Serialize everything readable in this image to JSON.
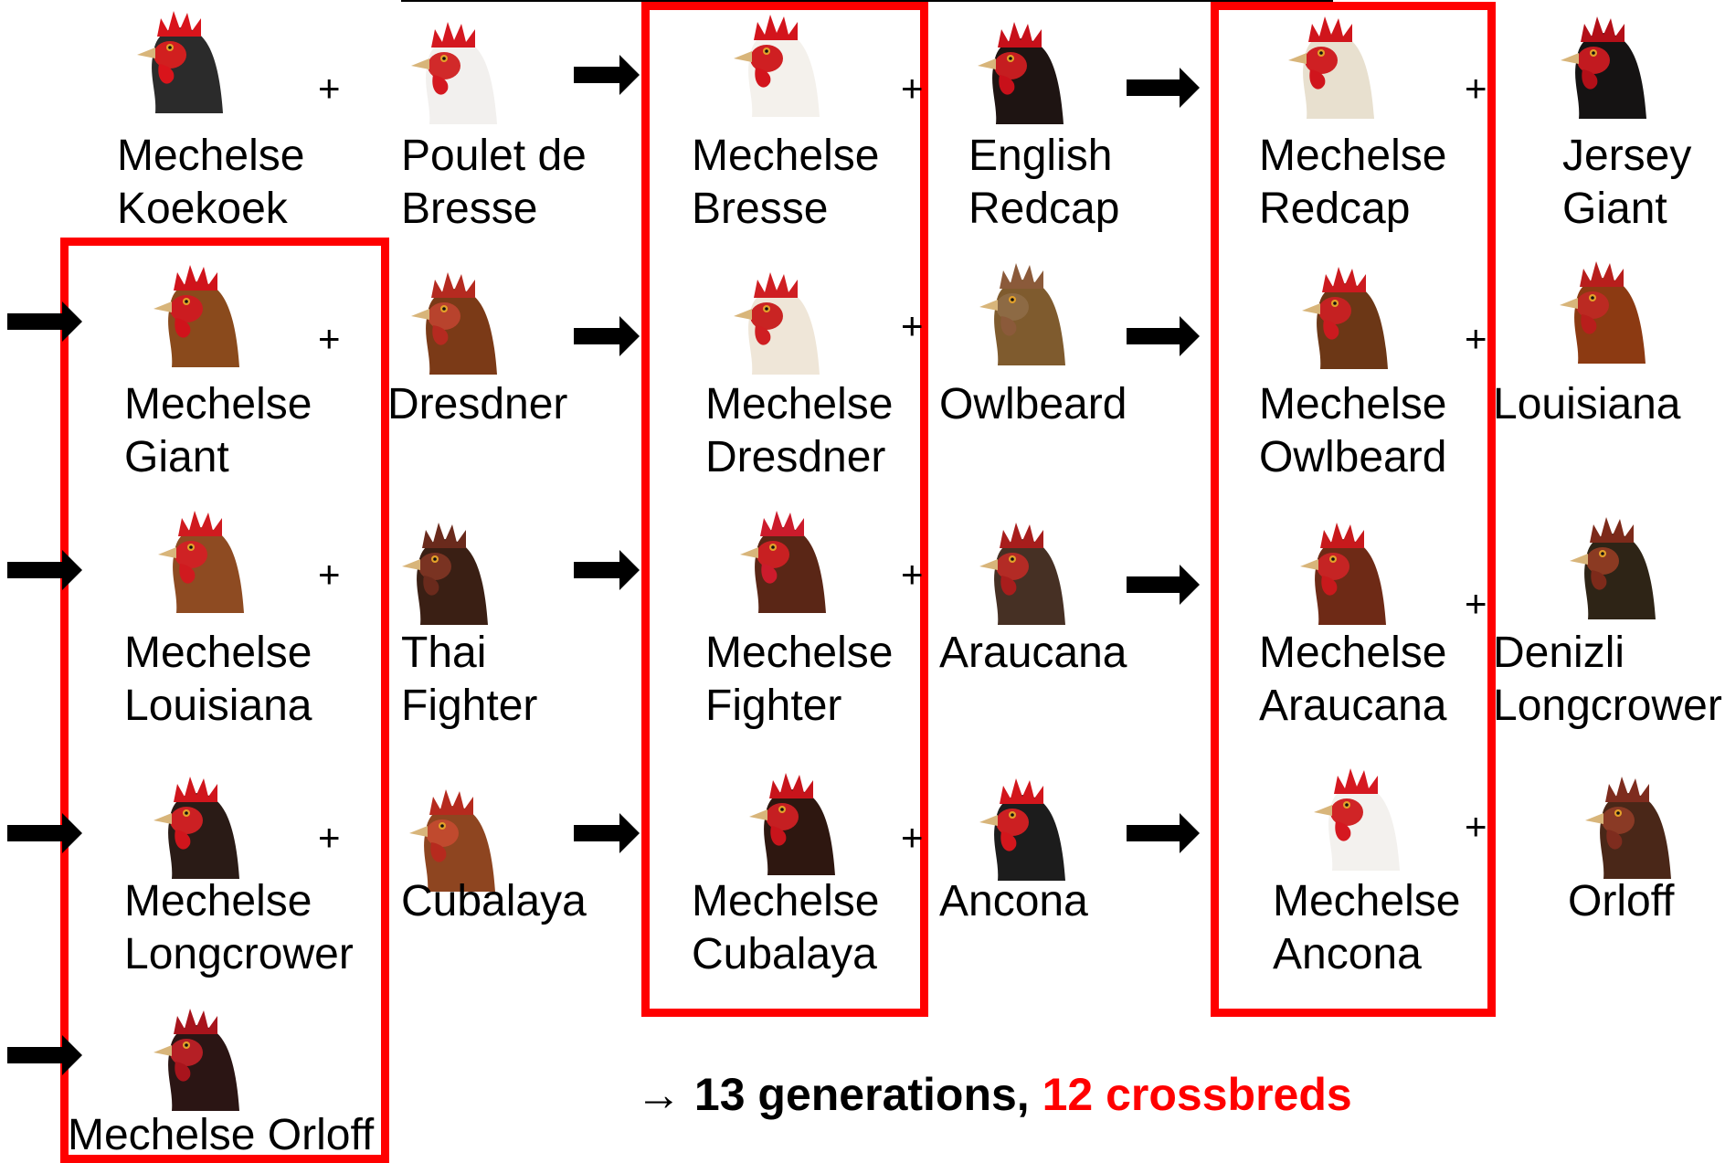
{
  "breeds": {
    "mechelse_koekoek": {
      "line1": "Mechelse",
      "line2": "Koekoek",
      "comb": "#d9141b",
      "head": "#2b2b2b",
      "face": "#d11f1f"
    },
    "poulet_de_bresse": {
      "line1": "Poulet de",
      "line2": "Bresse",
      "comb": "#d41820",
      "head": "#f2f0ee",
      "face": "#d12a2a"
    },
    "mechelse_bresse": {
      "line1": "Mechelse",
      "line2": "Bresse",
      "comb": "#d3141c",
      "head": "#f4f1ec",
      "face": "#cf1f22"
    },
    "english_redcap": {
      "line1": "English",
      "line2": "Redcap",
      "comb": "#c8101a",
      "head": "#1e1412",
      "face": "#c51d20"
    },
    "mechelse_redcap": {
      "line1": "Mechelse",
      "line2": "Redcap",
      "comb": "#d0151c",
      "head": "#e8e0cf",
      "face": "#cf2023"
    },
    "jersey_giant": {
      "line1": "Jersey",
      "line2": "Giant",
      "comb": "#b30f18",
      "head": "#151313",
      "face": "#c21a20"
    },
    "mechelse_giant": {
      "line1": "Mechelse",
      "line2": "Giant",
      "comb": "#d0131b",
      "head": "#8a4a1c",
      "face": "#cc1c20"
    },
    "dresdner": {
      "line1": "Dresdner",
      "comb": "#b52a20",
      "head": "#7b3a17",
      "face": "#b8432d"
    },
    "mechelse_dresdner": {
      "line1": "Mechelse",
      "line2": "Dresdner",
      "comb": "#cf1e22",
      "head": "#efe6d8",
      "face": "#c92423"
    },
    "owlbeard": {
      "line1": "Owlbeard",
      "comb": "#8b5a3a",
      "head": "#7f5b2e",
      "face": "#8d6a44"
    },
    "mechelse_owlbeard": {
      "line1": "Mechelse",
      "line2": "Owlbeard",
      "comb": "#cc1a1f",
      "head": "#6c3716",
      "face": "#c52122"
    },
    "louisiana": {
      "line1": "Louisiana",
      "comb": "#b81e1c",
      "head": "#8c3a12",
      "face": "#bb2a22"
    },
    "mechelse_louisiana": {
      "line1": "Mechelse",
      "line2": "Louisiana",
      "comb": "#d01a1f",
      "head": "#8e4b22",
      "face": "#cf2224"
    },
    "thai_fighter": {
      "line1": "Thai",
      "line2": "Fighter",
      "comb": "#6a2a1c",
      "head": "#3a1f14",
      "face": "#7a3322"
    },
    "mechelse_fighter": {
      "line1": "Mechelse",
      "line2": "Fighter",
      "comb": "#cc1b2c",
      "head": "#5a2616",
      "face": "#c82022"
    },
    "araucana": {
      "line1": "Araucana",
      "comb": "#a81d1c",
      "head": "#463024",
      "face": "#b32b25"
    },
    "mechelse_araucana": {
      "line1": "Mechelse",
      "line2": "Araucana",
      "comb": "#c8191c",
      "head": "#6e2a16",
      "face": "#c52424"
    },
    "denizli_longcrower": {
      "line1": "Denizli",
      "line2": "Longcrower",
      "comb": "#7d2a1a",
      "head": "#2e2416",
      "face": "#8b3a22"
    },
    "mechelse_longcrower": {
      "line1": "Mechelse",
      "line2": "Longcrower",
      "comb": "#d0151c",
      "head": "#2a1b16",
      "face": "#cc2023"
    },
    "cubalaya": {
      "line1": "Cubalaya",
      "comb": "#b62a1e",
      "head": "#8e4520",
      "face": "#c04a2e"
    },
    "mechelse_cubalaya": {
      "line1": "Mechelse",
      "line2": "Cubalaya",
      "comb": "#c8141b",
      "head": "#2e1710",
      "face": "#c51f22"
    },
    "ancona": {
      "line1": "Ancona",
      "comb": "#d3161c",
      "head": "#1c1c1c",
      "face": "#cc1f22"
    },
    "mechelse_ancona": {
      "line1": "Mechelse",
      "line2": "Ancona",
      "comb": "#d51820",
      "head": "#f3f1ee",
      "face": "#d02426"
    },
    "orloff": {
      "line1": "Orloff",
      "comb": "#7e2c1e",
      "head": "#4a2718",
      "face": "#8a3a25"
    },
    "mechelse_orloff": {
      "line1": "Mechelse Orloff",
      "comb": "#a8141c",
      "head": "#2b1514",
      "face": "#b51f25"
    }
  },
  "plus_symbol": "+",
  "summary": {
    "arrow": "→",
    "generations": "13 generations,",
    "crossbreds": "12 crossbreds"
  },
  "colors": {
    "highlight_box": "#ff0000",
    "arrow": "#000000",
    "crossbreds_text": "#ff0000"
  }
}
